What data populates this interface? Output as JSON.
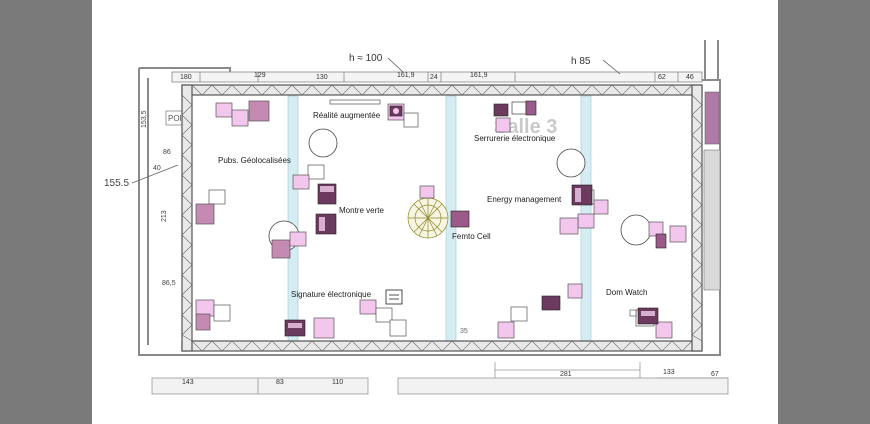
{
  "page": {
    "background": "#7a7a7a",
    "sheet": "#ffffff"
  },
  "colors": {
    "wall": "#8a8a8a",
    "truss": "#5a5a5a",
    "beam": "#b9dde6",
    "box_pink": "#f3c6ee",
    "box_mauve": "#c48ab1",
    "box_dark": "#9a5a8a",
    "outline": "#333333"
  },
  "room": {
    "name": "Salle 3"
  },
  "top_dims": {
    "height_notes": [
      "h ≈ 100",
      "h 85"
    ],
    "segments": [
      "180",
      "129",
      "130",
      "161,9",
      "24",
      "161,9",
      "62",
      "46"
    ]
  },
  "left_dims": {
    "values": [
      "155.5",
      "153,5",
      "86",
      "40",
      "213",
      "86,5"
    ]
  },
  "left_label": "POI",
  "bottom_dims": {
    "values": [
      "143",
      "83",
      "110",
      "35",
      "281",
      "133",
      "67"
    ]
  },
  "stands": [
    {
      "label": "Réalité augmentée",
      "icon": "ar-device-icon"
    },
    {
      "label": "Pubs. Géolocalisées",
      "icon": "geo-ad-icon"
    },
    {
      "label": "Montre verte",
      "icon": "watch-icon"
    },
    {
      "label": "Femto Cell",
      "icon": "antenna-icon"
    },
    {
      "label": "Serrurerie électronique",
      "icon": "lock-icon"
    },
    {
      "label": "Energy management",
      "icon": "energy-icon"
    },
    {
      "label": "Signature électronique",
      "icon": "signature-icon"
    },
    {
      "label": "Dom Watch",
      "icon": "home-monitor-icon"
    }
  ]
}
